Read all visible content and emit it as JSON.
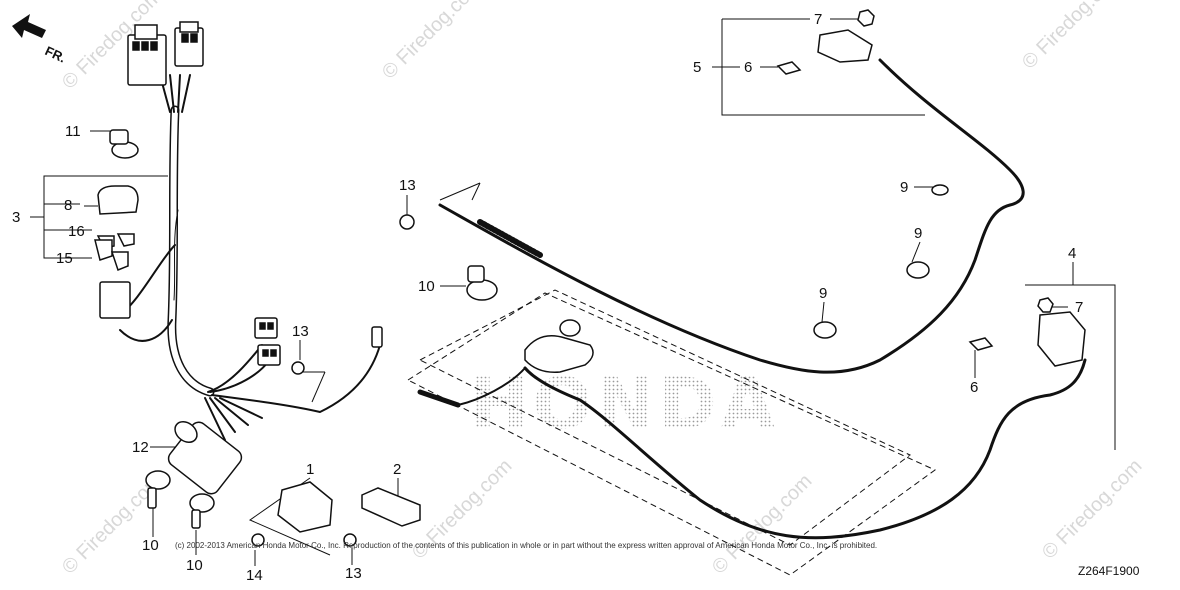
{
  "diagram": {
    "direction_label": "FR.",
    "brand_watermark": "HONDA",
    "site_watermark": "© Firedog.com",
    "copyright": "(c) 2002-2013 American Honda Motor Co., Inc. Reproduction of the contents of this publication in whole or in part without the express written approval of American Honda Motor Co., Inc. is prohibited.",
    "diagram_code": "Z264F1900",
    "callouts": {
      "c1": "1",
      "c2": "2",
      "c3": "3",
      "c4": "4",
      "c5": "5",
      "c6a": "6",
      "c6b": "6",
      "c7a": "7",
      "c7b": "7",
      "c8": "8",
      "c9a": "9",
      "c9b": "9",
      "c9c": "9",
      "c10a": "10",
      "c10b": "10",
      "c10c": "10",
      "c11": "11",
      "c12": "12",
      "c13a": "13",
      "c13b": "13",
      "c13c": "13",
      "c14": "14",
      "c15": "15",
      "c16": "16"
    }
  },
  "colors": {
    "line": "#111111",
    "watermark": "#d8d8d8",
    "honda_dots": "#9a9a9a"
  }
}
